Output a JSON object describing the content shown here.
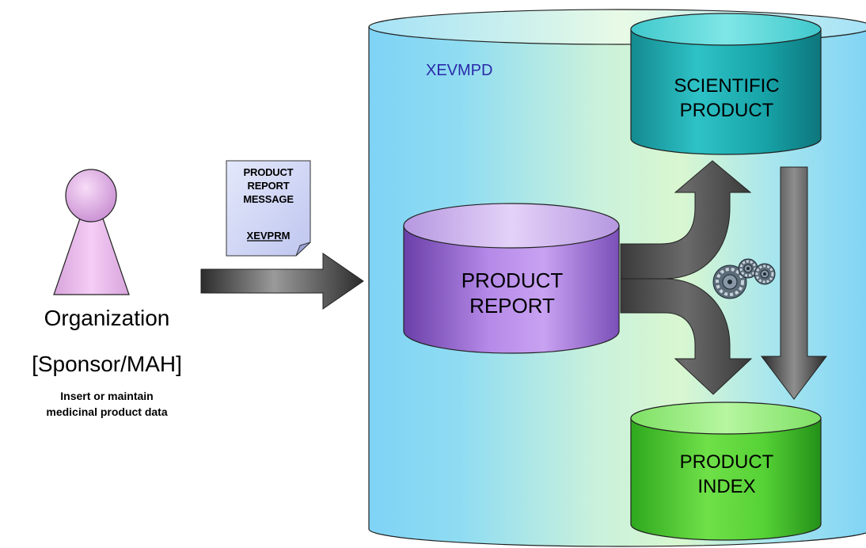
{
  "organization": {
    "title": "Organization",
    "subtitle": "[Sponsor/MAH]",
    "desc_line1": "Insert or maintain",
    "desc_line2": "medicinal product data"
  },
  "document": {
    "line1": "PRODUCT",
    "line2": "REPORT",
    "line3": "MESSAGE",
    "code": "XEVPRM"
  },
  "database": {
    "title": "XEVMPD"
  },
  "cylinders": {
    "scientific_line1": "SCIENTIFIC",
    "scientific_line2": "PRODUCT",
    "report_line1": "PRODUCT",
    "report_line2": "REPORT",
    "index_line1": "PRODUCT",
    "index_line2": "INDEX"
  },
  "icons": [
    "person-icon",
    "document-icon",
    "gears-icon",
    "arrow-icon"
  ],
  "colors": {
    "person": "#f0c6f2",
    "database": "#7fd3f5",
    "scientific": "#1fa3a8",
    "report": "#a67ee0",
    "index": "#5fd43c",
    "arrow": "#3a3a3a"
  }
}
